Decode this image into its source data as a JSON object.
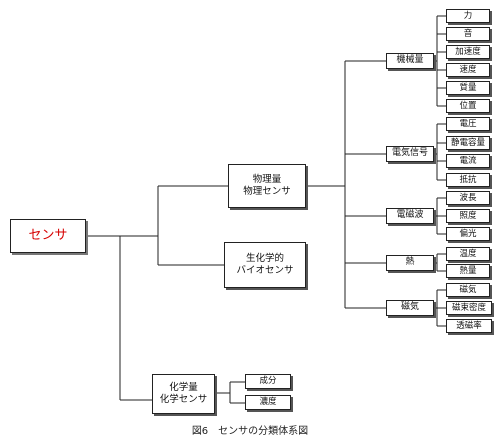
{
  "root": "センサ",
  "main": [
    {
      "key": "physical",
      "line1": "物理量",
      "line2": "物理センサ"
    },
    {
      "key": "bio",
      "line1": "生化学的",
      "line2": "バイオセンサ"
    },
    {
      "key": "chemical",
      "line1": "化学量",
      "line2": "化学センサ"
    }
  ],
  "physical_categories": [
    {
      "label": "機械量",
      "items": [
        "力",
        "音",
        "加速度",
        "速度",
        "質量",
        "位置"
      ]
    },
    {
      "label": "電気信号",
      "items": [
        "電圧",
        "静電容量",
        "電流",
        "抵抗"
      ]
    },
    {
      "label": "電磁波",
      "items": [
        "波長",
        "照度",
        "偏光"
      ]
    },
    {
      "label": "熱",
      "items": [
        "温度",
        "熱量"
      ]
    },
    {
      "label": "磁気",
      "items": [
        "磁気",
        "磁束密度",
        "透磁率"
      ]
    }
  ],
  "chemical_items": [
    "成分",
    "濃度"
  ],
  "caption": "図6　センサの分類体系図"
}
